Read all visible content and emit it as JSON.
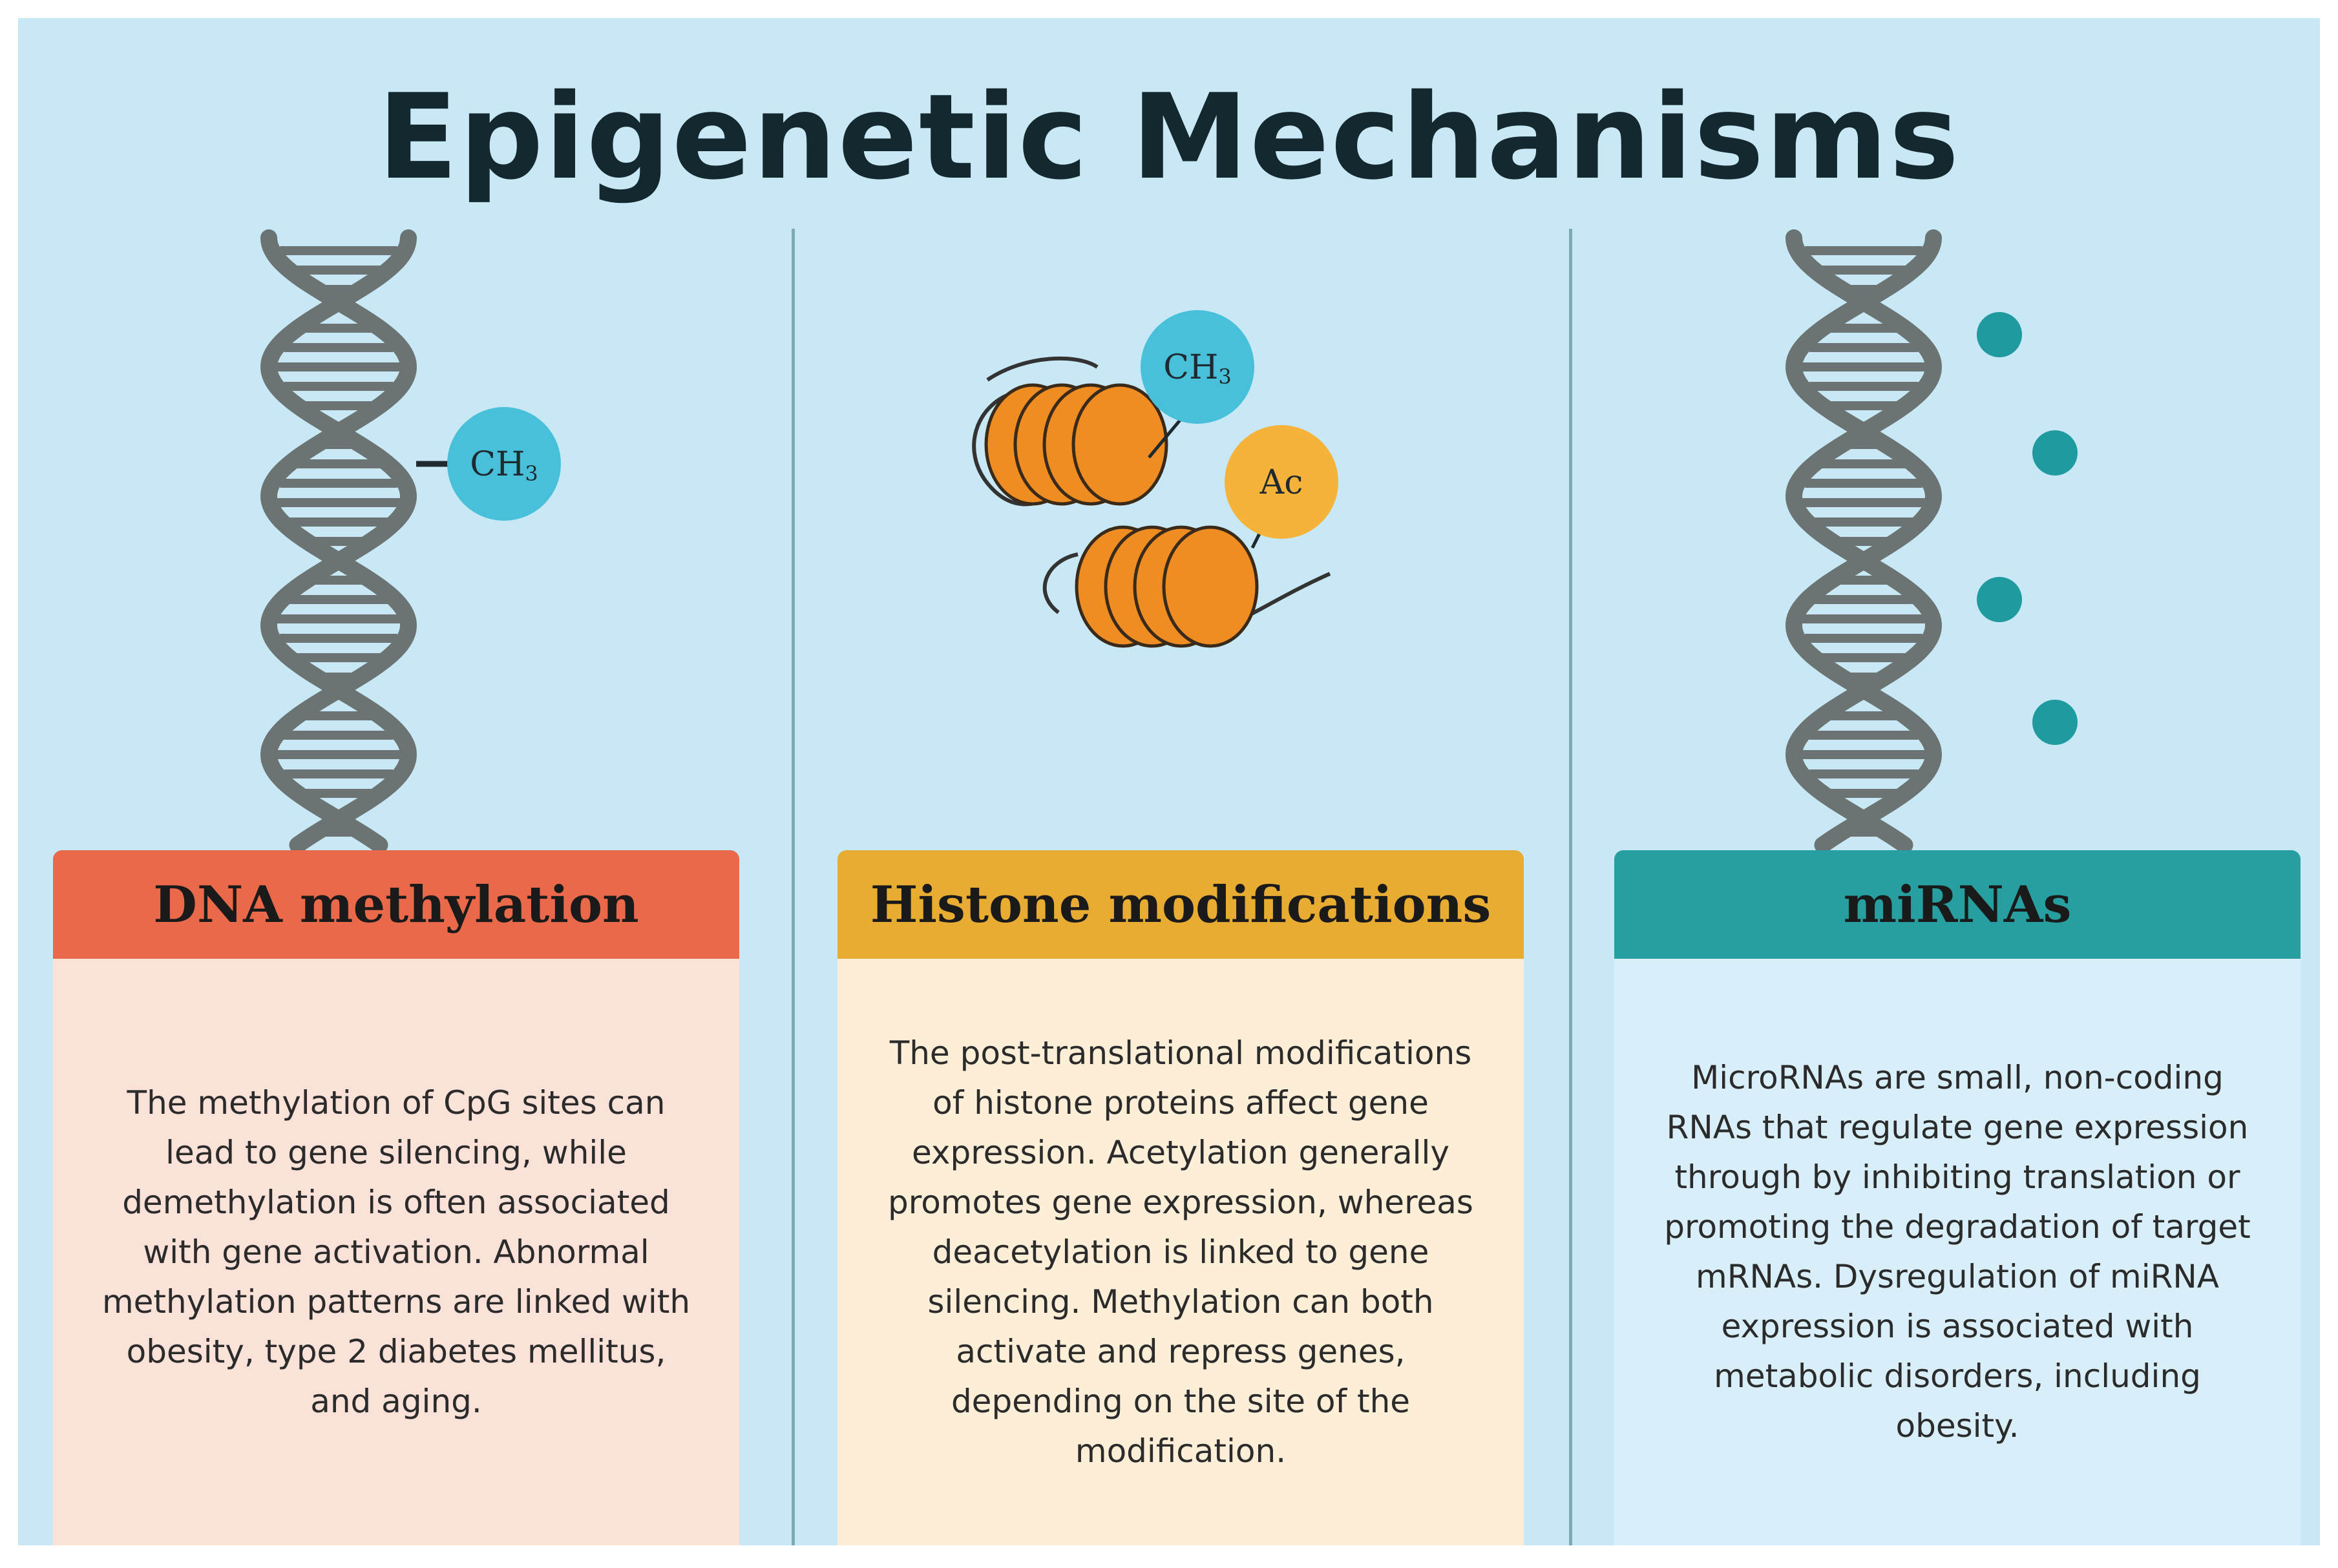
{
  "title": "Epigenetic Mechanisms",
  "colors": {
    "background": "#c9e8f5",
    "dna": "#6b7472",
    "methyl": "#48c0da",
    "acetyl": "#f5b33a",
    "histone": "#ef8c22",
    "mirna_dot": "#1f9a9e"
  },
  "labels": {
    "ch3": "CH",
    "ch3_sub": "3",
    "ac": "Ac"
  },
  "cards": [
    {
      "title": "DNA methylation",
      "header_color": "#e9694a",
      "body_color": "#fbe2d9",
      "lines": [
        "The methylation of CpG sites can",
        "lead to gene silencing, while",
        "demethylation is often associated",
        "with gene activation. Abnormal",
        "methylation patterns are linked with",
        "obesity, type 2 diabetes mellitus,",
        "and aging."
      ]
    },
    {
      "title": "Histone modifications",
      "header_color": "#e8ac33",
      "body_color": "#fdeed8",
      "lines": [
        "The post-translational modifications",
        "of histone proteins affect gene",
        "expression. Acetylation generally",
        "promotes gene expression, whereas",
        "deacetylation is linked to gene",
        "silencing. Methylation can both",
        "activate and repress genes,",
        "depending on the site of the",
        "modification."
      ]
    },
    {
      "title": "miRNAs",
      "header_color": "#279e9f",
      "body_color": "#d8eff9",
      "lines": [
        "MicroRNAs are small, non-coding",
        "RNAs that regulate gene expression",
        "through by inhibiting translation or",
        "promoting the degradation of target",
        "mRNAs. Dysregulation of miRNA",
        "expression is associated with",
        "metabolic disorders, including",
        "obesity."
      ]
    }
  ]
}
